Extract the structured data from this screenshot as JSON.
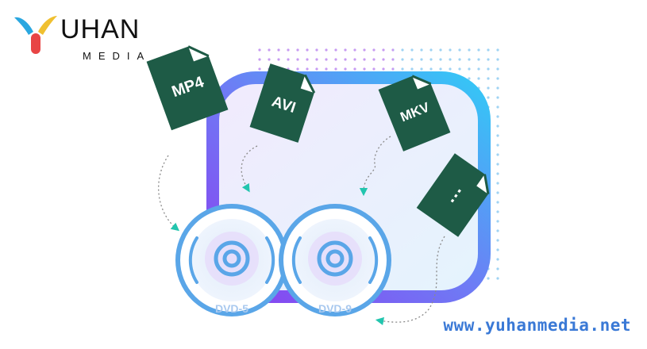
{
  "brand": {
    "name": "UHAN",
    "sub": "MEDIA",
    "colors": {
      "y_left": "#2aa7e0",
      "y_right": "#f0c030",
      "y_stem": "#e84545"
    }
  },
  "files": [
    {
      "label": "MP4",
      "icon": "mp4-file-icon"
    },
    {
      "label": "AVI",
      "icon": "avi-file-icon"
    },
    {
      "label": "MKV",
      "icon": "mkv-file-icon"
    },
    {
      "label": "⋮",
      "icon": "generic-file-icon"
    }
  ],
  "discs": [
    {
      "label": "DVD-5",
      "icon": "dvd-disc-icon"
    },
    {
      "label": "DVD-9",
      "icon": "dvd-disc-icon"
    }
  ],
  "website": "www.yuhanmedia.net",
  "colors": {
    "file_fill": "#1f5a45",
    "disc_ring": "#56a3e6",
    "arrow": "#22c5ae",
    "frame_purple": "#8b4bf0",
    "frame_blue": "#3fc8f5",
    "url": "#3a79d6"
  }
}
